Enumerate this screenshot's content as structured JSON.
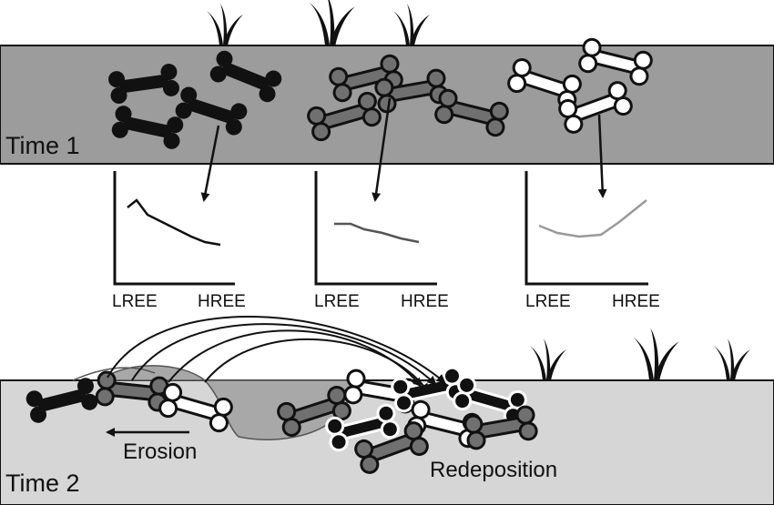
{
  "colors": {
    "layer_time1": "#9c9c9c",
    "layer_time2": "#d6d6d6",
    "bone_dark": "#111111",
    "bone_mid": "#707070",
    "bone_light": "#ffffff",
    "curve_dark": "#111111",
    "curve_mid": "#555555",
    "curve_light": "#9a9a9a"
  },
  "labels": {
    "time1": "Time 1",
    "time2": "Time 2",
    "erosion": "Erosion",
    "redeposition": "Redeposition"
  },
  "ree_plots": [
    {
      "x_left": "LREE",
      "x_right": "HREE",
      "trend": "decreasing",
      "tone": "dark"
    },
    {
      "x_left": "LREE",
      "x_right": "HREE",
      "trend": "slightly decreasing",
      "tone": "mid"
    },
    {
      "x_left": "LREE",
      "x_right": "HREE",
      "trend": "increasing",
      "tone": "light"
    }
  ],
  "icons": {
    "grass_tuft": "grass-tuft-icon",
    "bone": "bone-icon"
  }
}
